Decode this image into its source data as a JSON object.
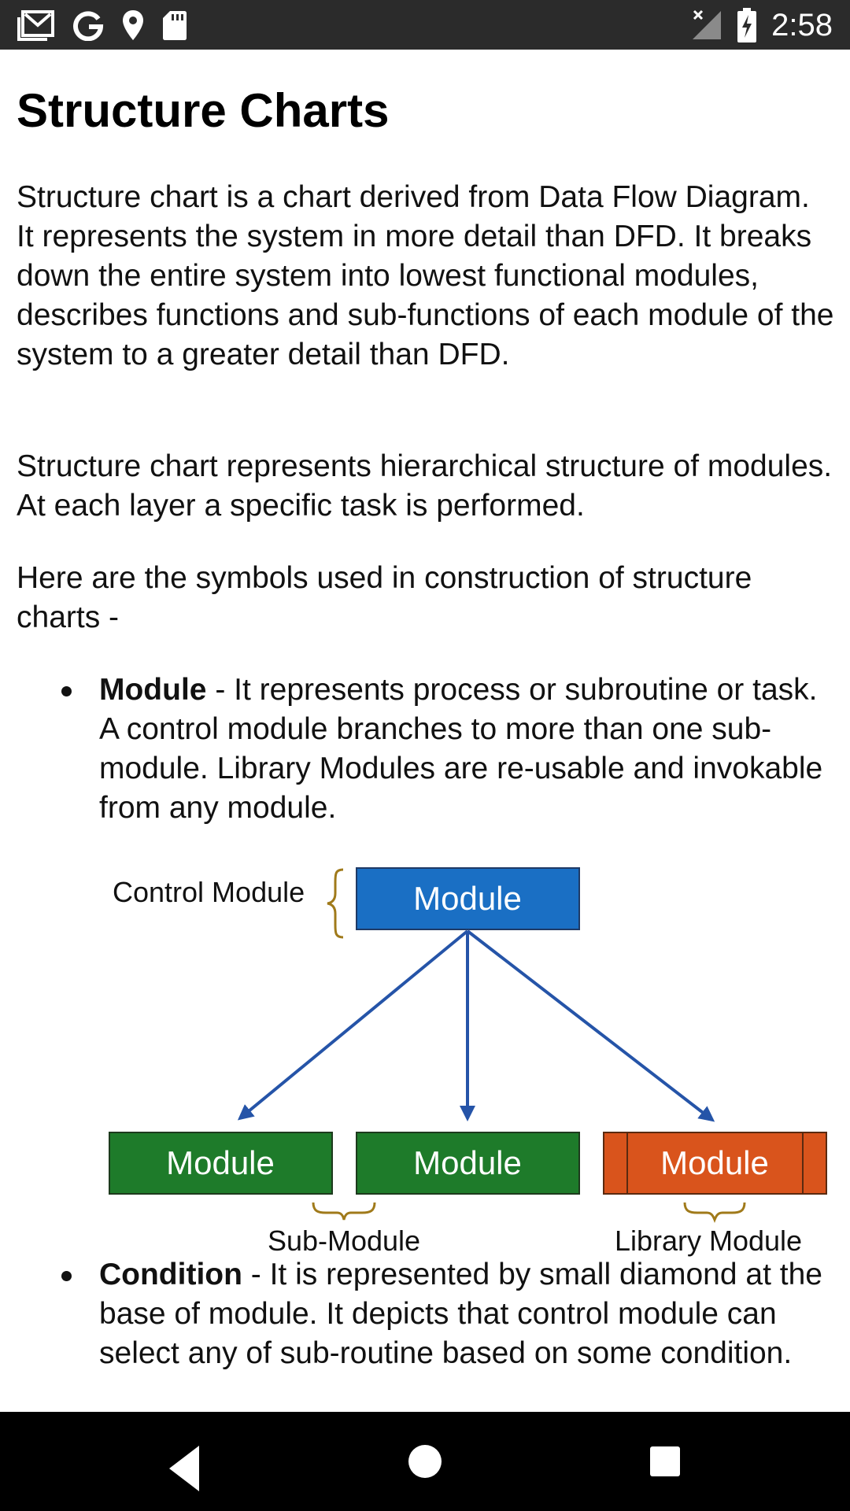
{
  "status_bar": {
    "time": "2:58",
    "left_icons": [
      "gmail-icon",
      "google-icon",
      "location-pin-icon",
      "sd-card-icon"
    ],
    "right_icons": [
      "no-signal-icon",
      "battery-charging-icon"
    ]
  },
  "article": {
    "title": "Structure Charts",
    "paragraphs": [
      "Structure chart is a chart derived from Data Flow Diagram. It represents the system in more detail than DFD. It breaks down the entire system into lowest functional modules, describes functions and sub-functions of each module of the system to a greater detail than DFD.",
      "Structure chart represents hierarchical structure of modules. At each layer a specific task is performed.",
      "Here are the symbols used in construction of structure charts -"
    ],
    "bullets": [
      {
        "term": "Module",
        "text": " - It represents process or subroutine or task. A control module branches to more than one sub-module. Library Modules are re-usable and invokable from any module."
      },
      {
        "term": "Condition",
        "text": " - It is represented by small diamond at the base of module. It depicts that control module can select any of sub-routine based on some condition."
      }
    ]
  },
  "diagram": {
    "control_label": "Control Module",
    "top_module": "Module",
    "sub_modules": [
      "Module",
      "Module"
    ],
    "library_module": "Module",
    "sub_label": "Sub-Module",
    "library_label": "Library Module",
    "colors": {
      "control": "#1a6fc4",
      "sub": "#1e7b2a",
      "library": "#d9541c",
      "arrow": "#2554a8",
      "brace": "#a07a1a"
    }
  },
  "nav_bar": {
    "buttons": [
      "back-button",
      "home-button",
      "recents-button"
    ]
  }
}
